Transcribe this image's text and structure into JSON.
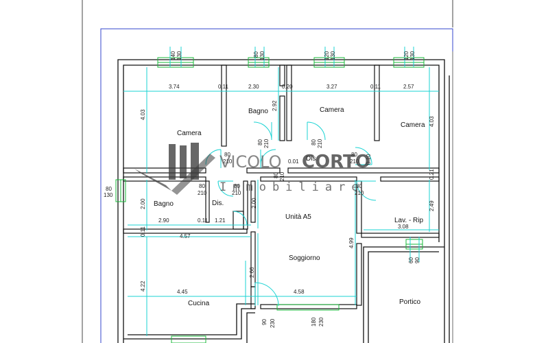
{
  "rooms": {
    "camera_1": "Camera",
    "bagno_1": "Bagno",
    "camera_2": "Camera",
    "camera_3": "Camera",
    "dis_1": "Dis.",
    "bagno_2": "Bagno",
    "dis_2": "Dis.",
    "unit": "Unità A5",
    "lav_rip": "Lav. - Rip",
    "soggiorno": "Soggiorno",
    "cucina": "Cucina",
    "portico": "Portico"
  },
  "dimensions": {
    "top_374": "3.74",
    "top_011a": "0.11",
    "top_230": "2.30",
    "top_020": "0.20",
    "top_327": "3.27",
    "top_011b": "0.11",
    "top_257": "2.57",
    "mid_290": "2.90",
    "mid_011": "0.11",
    "mid_121": "1.21",
    "mid_457": "4.57",
    "lav_308": "3.08",
    "cuc_445": "4.45",
    "sog_458": "4.58",
    "dis_001": "0.01",
    "v_403a": "4.03",
    "v_292": "2.92",
    "v_403b": "4.03",
    "v_200a": "2.00",
    "v_200b": "2.00",
    "v_011": "0.11",
    "v_249": "2.49",
    "v_499": "4.99",
    "v_422": "4.22",
    "v_266": "2.66",
    "v_021": "0.21",
    "v_010": "0.10"
  },
  "openings": {
    "w1": [
      "140",
      "130"
    ],
    "w2": [
      "80",
      "130"
    ],
    "w3": [
      "120",
      "130"
    ],
    "w4": [
      "120",
      "130"
    ],
    "w_left": [
      "80",
      "130"
    ],
    "w_lav": [
      "60",
      "90"
    ],
    "d_bagno1": [
      "80",
      "210"
    ],
    "d_camera2": [
      "80",
      "210"
    ],
    "d_camera1": [
      "80",
      "210"
    ],
    "d_dis": [
      "80",
      "210"
    ],
    "d_bagno2": [
      "80",
      "210"
    ],
    "d_dis2": [
      "80",
      "210"
    ],
    "d_lav": [
      "80",
      "210"
    ],
    "d_ent": [
      "90",
      "230"
    ],
    "d_port": [
      "180",
      "230"
    ],
    "d_camera3": [
      "80",
      "210"
    ]
  },
  "watermark": {
    "brand_light": "VICOLO",
    "brand_bold": "CORTO",
    "sub": "Immobiliare"
  },
  "colors": {
    "wall": "#111111",
    "dimension_line": "#19d3d3",
    "window": "#19b83a",
    "frame_blue": "#3344cc",
    "watermark": "#3c3c3c"
  }
}
